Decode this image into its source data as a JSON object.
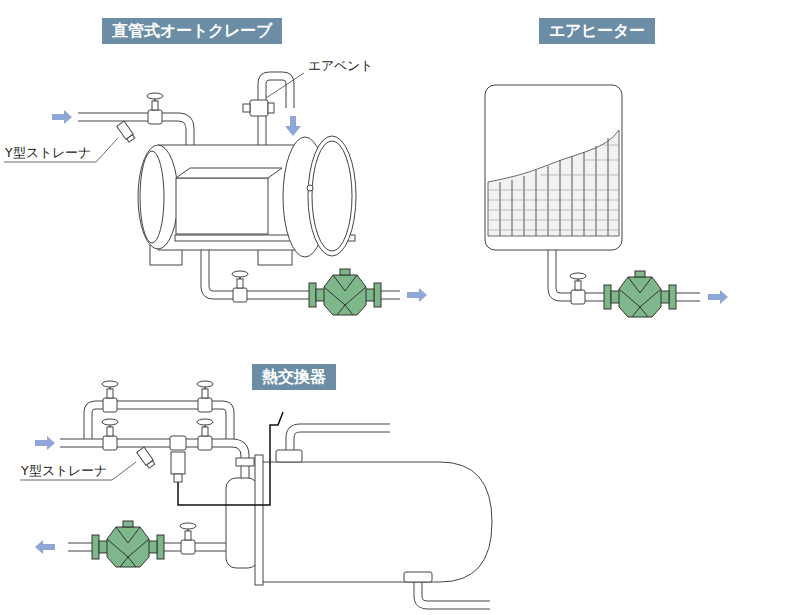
{
  "diagram": {
    "nodes": [
      {
        "text": [
          "直管式オートクレーブ"
        ]
      },
      {
        "text": [
          "エアヒーター"
        ]
      },
      {
        "text": [
          "熱交換器"
        ]
      }
    ],
    "labels": [
      "エアベント",
      "Y型ストレーナ",
      "Y型ストレーナ"
    ]
  }
}
